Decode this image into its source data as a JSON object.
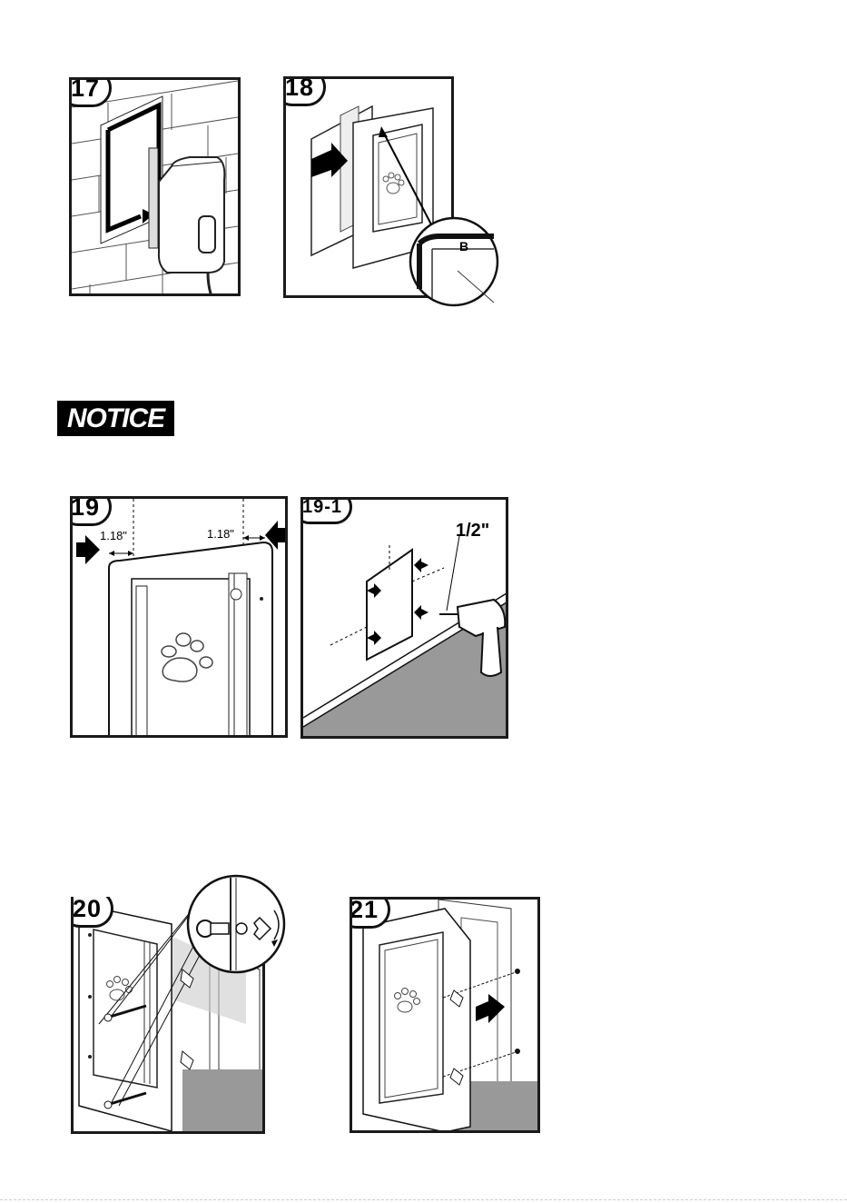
{
  "steps": {
    "s17": "17",
    "s18": "18",
    "s19": "19",
    "s19_1": "19-1",
    "s20": "20",
    "s21": "21"
  },
  "notice": "NOTICE",
  "fig18_label": "B",
  "fig19_left_dim": "1.18\"",
  "fig19_right_dim": "1.18\"",
  "fig19_1_size": "1/2\"",
  "icons": [
    "arrow-icon",
    "paw-icon",
    "drill-icon",
    "saw-icon",
    "screw-icon"
  ]
}
